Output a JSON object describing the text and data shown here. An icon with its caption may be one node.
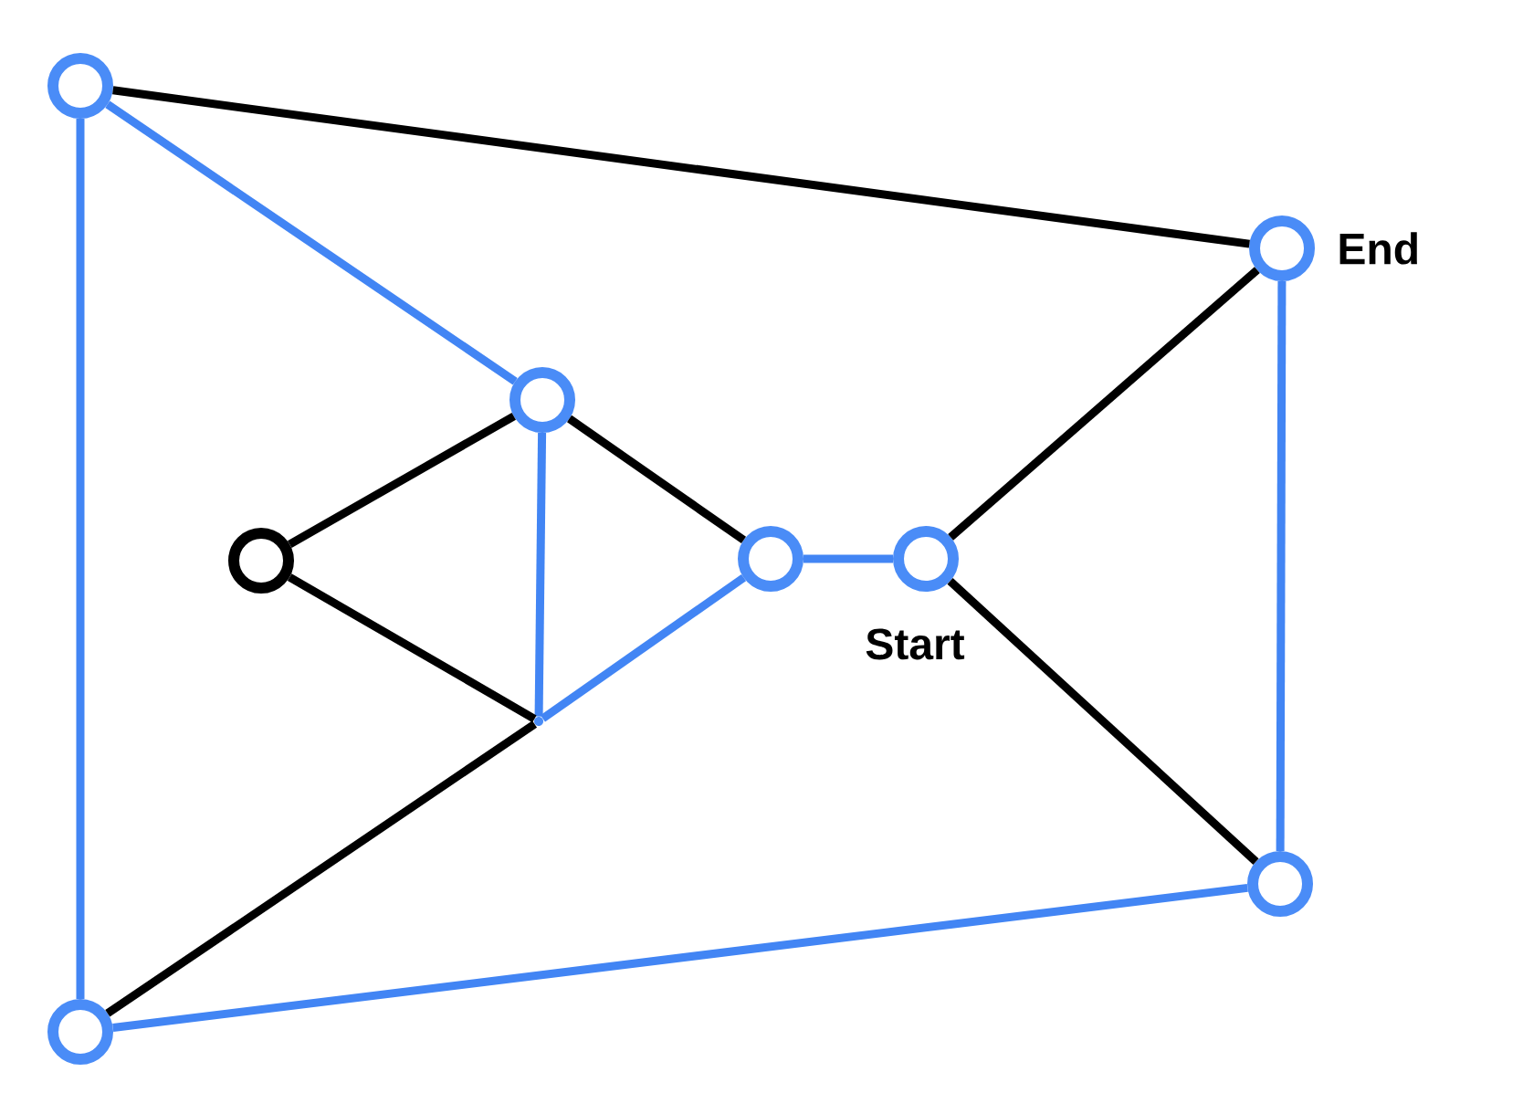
{
  "diagram": {
    "nodes": [
      {
        "text": [],
        "shape": "circle"
      },
      {
        "text": [],
        "shape": "circle",
        "beside": [
          "End"
        ]
      },
      {
        "text": [],
        "shape": "circle"
      },
      {
        "text": [],
        "shape": "circle"
      },
      {
        "text": [],
        "shape": "circle"
      },
      {
        "text": [],
        "shape": "circle",
        "beside": [
          "Start"
        ]
      },
      {
        "text": [],
        "shape": "point"
      },
      {
        "text": [],
        "shape": "circle"
      },
      {
        "text": [],
        "shape": "circle"
      }
    ],
    "edges": [
      {
        "from": 0,
        "to": 1,
        "arrow": "none",
        "color": "#000000"
      },
      {
        "from": 0,
        "to": 2,
        "arrow": "none",
        "color": "#4285f4"
      },
      {
        "from": 0,
        "to": 8,
        "arrow": "none",
        "color": "#4285f4"
      },
      {
        "from": 2,
        "to": 3,
        "arrow": "none",
        "color": "#000000"
      },
      {
        "from": 2,
        "to": 4,
        "arrow": "none",
        "color": "#000000"
      },
      {
        "from": 2,
        "to": 6,
        "arrow": "none",
        "color": "#4285f4"
      },
      {
        "from": 3,
        "to": 6,
        "arrow": "none",
        "color": "#000000"
      },
      {
        "from": 6,
        "to": 4,
        "arrow": "none",
        "color": "#4285f4"
      },
      {
        "from": 4,
        "to": 5,
        "arrow": "none",
        "color": "#4285f4"
      },
      {
        "from": 5,
        "to": 1,
        "arrow": "none",
        "color": "#000000"
      },
      {
        "from": 5,
        "to": 7,
        "arrow": "none",
        "color": "#000000"
      },
      {
        "from": 1,
        "to": 7,
        "arrow": "none",
        "color": "#4285f4"
      },
      {
        "from": 8,
        "to": 7,
        "arrow": "none",
        "color": "#4285f4"
      },
      {
        "from": 8,
        "to": 6,
        "arrow": "none",
        "color": "#000000"
      }
    ]
  }
}
